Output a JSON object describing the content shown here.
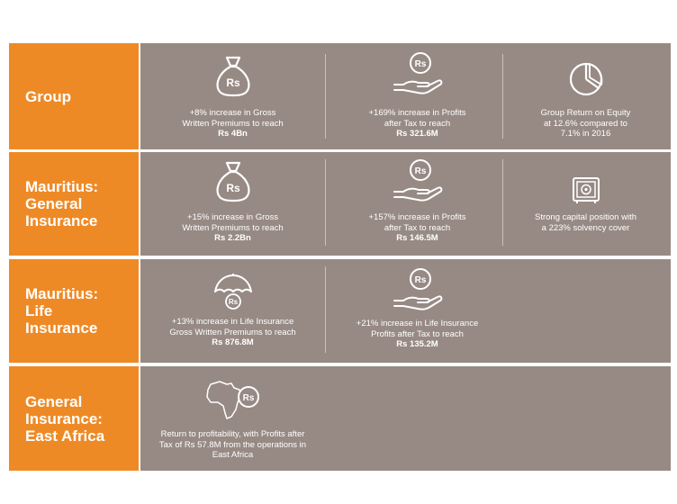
{
  "rows": [
    {
      "label": [
        "Group"
      ],
      "cells": [
        {
          "icon": "money-bag-rupee-icon",
          "line1": "+8% increase in Gross",
          "line2": "Written Premiums to reach",
          "line3": "Rs 4Bn"
        },
        {
          "icon": "hand-coin-rupee-icon",
          "line1": "+169% increase in Profits",
          "line2": "after Tax to reach",
          "line3": "Rs 321.6M"
        },
        {
          "icon": "pie-chart-icon",
          "line1": "Group Return on Equity",
          "line2": "at 12.6% compared to",
          "line3": "7.1% in 2016"
        }
      ]
    },
    {
      "label": [
        "Mauritius:",
        "General",
        "Insurance"
      ],
      "cells": [
        {
          "icon": "money-bag-rupee-icon",
          "line1": "+15% increase in Gross",
          "line2": "Written Premiums to reach",
          "line3": "Rs 2.2Bn"
        },
        {
          "icon": "hand-coin-rupee-icon",
          "line1": "+157% increase in Profits",
          "line2": "after Tax to reach",
          "line3": "Rs 146.5M"
        },
        {
          "icon": "safe-icon",
          "line1": "Strong capital position with",
          "line2": "a 223% solvency cover",
          "line3": ""
        }
      ]
    },
    {
      "label": [
        "Mauritius:",
        "Life",
        "Insurance"
      ],
      "cells": [
        {
          "icon": "umbrella-rupee-icon",
          "line1": "+13% increase in Life Insurance",
          "line2": "Gross Written Premiums to reach",
          "line3": "Rs 876.8M"
        },
        {
          "icon": "hand-coin-rupee-icon",
          "line1": "+21% increase in Life Insurance",
          "line2": "Profits after Tax to reach",
          "line3": "Rs 135.2M"
        }
      ]
    },
    {
      "label": [
        "General",
        "Insurance:",
        "East Africa"
      ],
      "cells": [
        {
          "icon": "africa-map-rupee-icon",
          "line1": "Return to profitability, with Profits after",
          "line2": "Tax of Rs 57.8M from the operations in",
          "line3": "East Africa"
        }
      ]
    }
  ]
}
